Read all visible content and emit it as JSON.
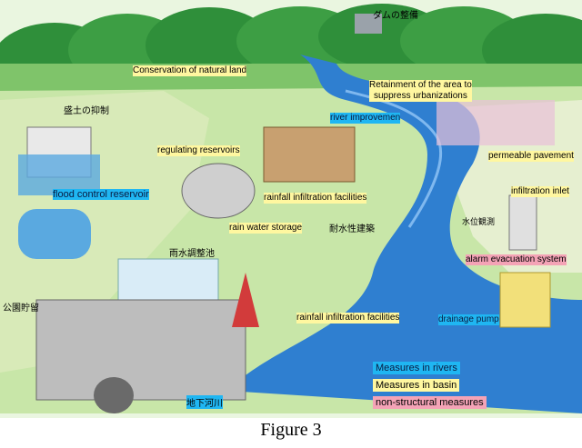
{
  "figure": {
    "caption": "Figure 3",
    "colors": {
      "sky_hill": "#2f8f3a",
      "river": "#2f7fd0",
      "land": "#c8e6a8",
      "label_yellow": "#fff7a0",
      "label_blue": "#1fb6f2",
      "label_pink": "#f4a3b6"
    },
    "labels": {
      "dam": "ダムの整備",
      "conservation": "Conservation of natural land",
      "retainment": "Retainment of the area to suppress urbanizations",
      "retainment_line1": "Retainment of the area to",
      "retainment_line2": "suppress urbanizations",
      "landfill": "盛土の抑制",
      "river_improvement": "river improvemen",
      "regulating": "regulating reservoirs",
      "permeable": "permeable pavement",
      "flood_control": "flood control",
      "flood_control_suffix": "reservoir",
      "rainfall_top": "rainfall infiltration facilities",
      "infiltration_inlet": "infiltration inlet",
      "rain_storage": "rain water storage",
      "water_obs": "水位観測",
      "flood_resistant": "耐水性建築",
      "rain_adjust_pond": "雨水調整池",
      "alarm": "alarm evacuation system",
      "park_storage": "公園貯留",
      "rainfall_bottom": "rainfall infiltration facilities",
      "drainage": "drainage pump",
      "underground_river": "地下河川"
    },
    "legend": [
      {
        "text": "Measures in rivers",
        "color": "blue"
      },
      {
        "text": "Measures in basin",
        "color": "yellow"
      },
      {
        "text": "non-structural measures",
        "color": "pink"
      }
    ]
  }
}
